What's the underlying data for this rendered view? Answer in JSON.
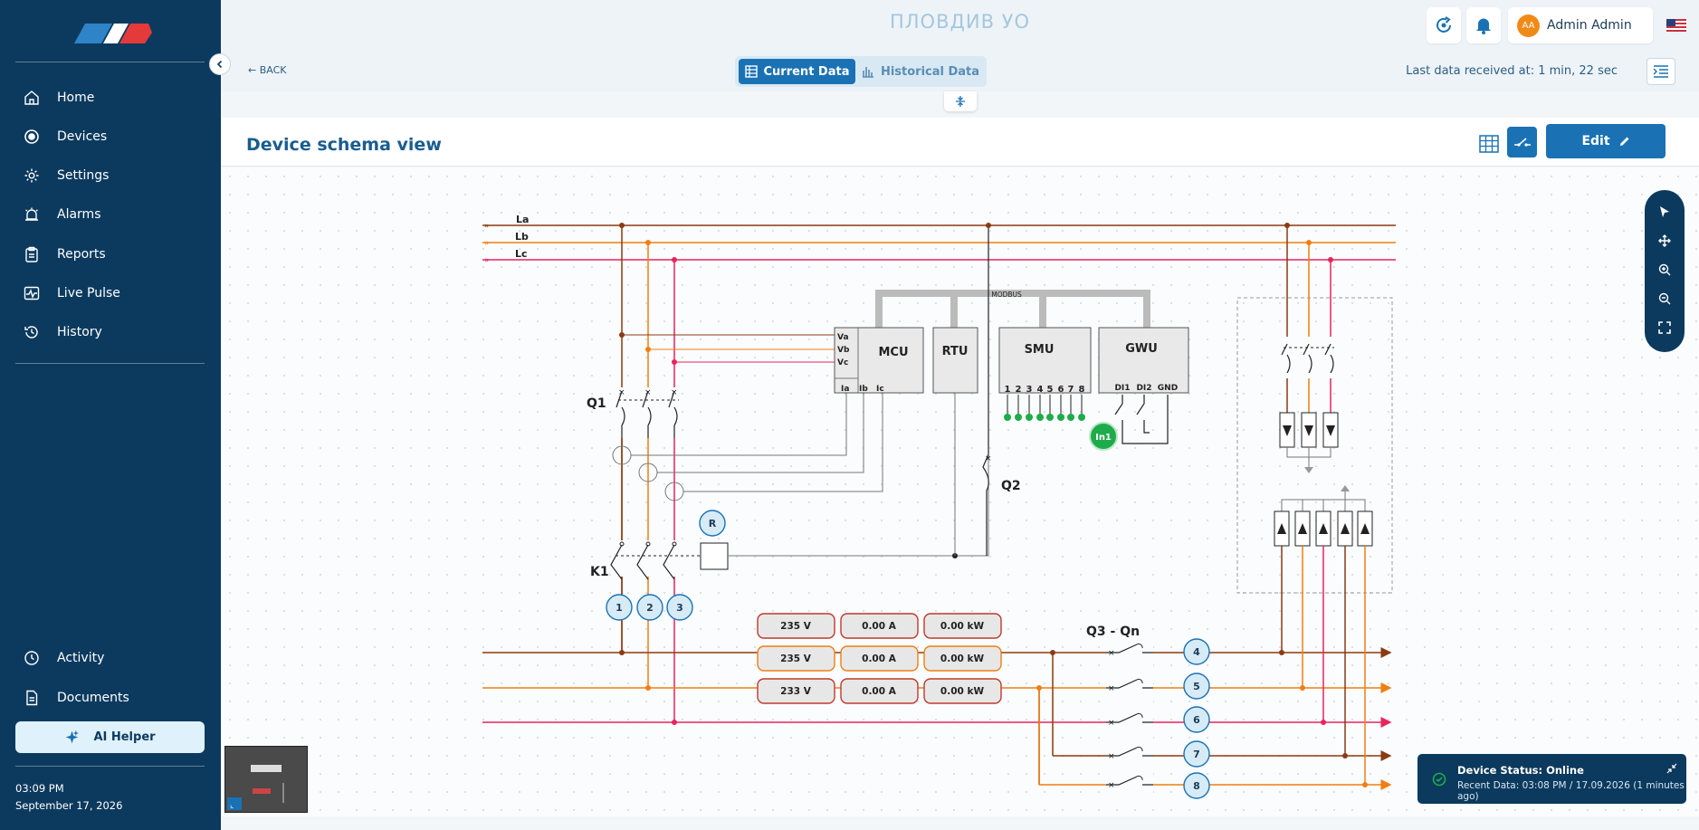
{
  "app": {
    "brand_colors": [
      "#2e84c7",
      "#e43a3a"
    ]
  },
  "header": {
    "title": "ПЛОВДИВ УО",
    "user": {
      "initials": "AA",
      "name": "Admin Admin"
    },
    "language_flag": "us-flag-icon"
  },
  "sidebar": {
    "items": [
      {
        "label": "Home",
        "icon": "home-icon"
      },
      {
        "label": "Devices",
        "icon": "devices-icon"
      },
      {
        "label": "Settings",
        "icon": "gear-icon"
      },
      {
        "label": "Alarms",
        "icon": "alarm-icon"
      },
      {
        "label": "Reports",
        "icon": "clipboard-icon"
      },
      {
        "label": "Live Pulse",
        "icon": "pulse-icon"
      },
      {
        "label": "History",
        "icon": "history-icon"
      }
    ],
    "bottom_items": [
      {
        "label": "Activity",
        "icon": "clock-icon"
      },
      {
        "label": "Documents",
        "icon": "document-icon"
      }
    ],
    "ai_helper": "AI Helper",
    "time": "03:09 PM",
    "date": "September 17, 2026"
  },
  "subbar": {
    "back": "BACK",
    "tabs": {
      "current": "Current Data",
      "historical": "Historical Data"
    },
    "last_data": "Last data received at: 1 min, 22 sec"
  },
  "card": {
    "title": "Device schema view",
    "edit_label": "Edit"
  },
  "schema": {
    "phases": [
      "La",
      "Lb",
      "Lc"
    ],
    "bus_label": "MODBUS",
    "mcu": {
      "name": "MCU",
      "inputs_v": [
        "Va",
        "Vb",
        "Vc"
      ],
      "inputs_i": [
        "Ia",
        "Ib",
        "Ic"
      ]
    },
    "rtu": "RTU",
    "smu": {
      "name": "SMU",
      "channels": [
        "1",
        "2",
        "3",
        "4",
        "5",
        "6",
        "7",
        "8"
      ]
    },
    "gwu": {
      "name": "GWU",
      "pins": [
        "DI1",
        "DI2",
        "GND"
      ]
    },
    "in1": "In1",
    "q1": "Q1",
    "q2": "Q2",
    "k1": "K1",
    "r": "R",
    "q3qn": "Q3 - Qn",
    "line_numbers": [
      "1",
      "2",
      "3"
    ],
    "outputs": [
      "4",
      "5",
      "6",
      "7",
      "8"
    ],
    "measurements": [
      {
        "voltage": "235 V",
        "current": "0.00 A",
        "power": "0.00 kW"
      },
      {
        "voltage": "235 V",
        "current": "0.00 A",
        "power": "0.00 kW"
      },
      {
        "voltage": "233 V",
        "current": "0.00 A",
        "power": "0.00 kW"
      }
    ],
    "colors": {
      "la": "#8b3a12",
      "lb": "#f07e12",
      "lc": "#e8245c"
    }
  },
  "toast": {
    "title": "Device Status: Online",
    "subtitle": "Recent Data: 03:08 PM / 17.09.2026 (1 minutes ago)"
  }
}
